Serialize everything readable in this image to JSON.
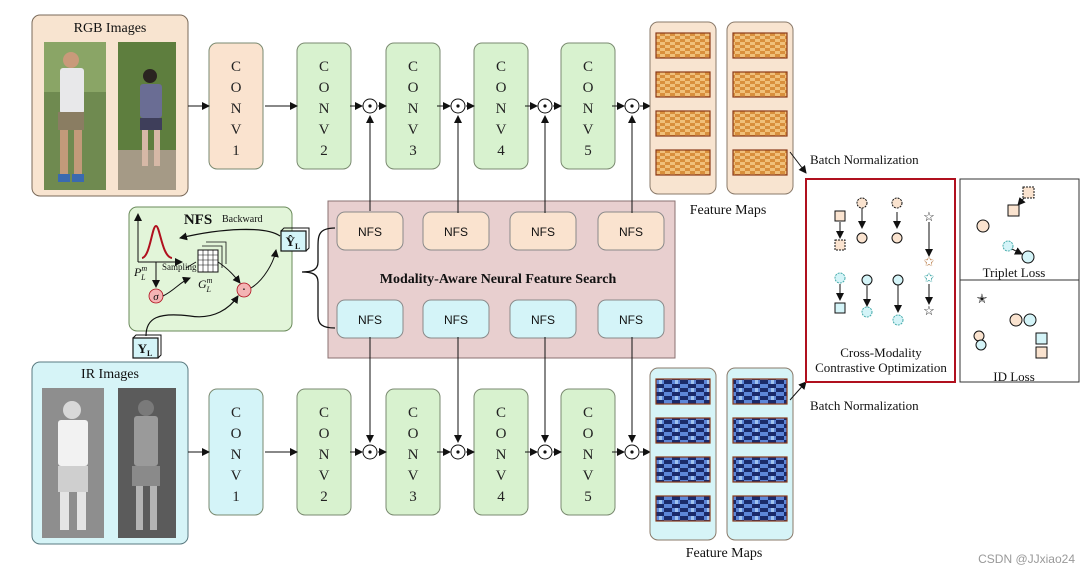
{
  "rgb_panel": {
    "title": "RGB Images"
  },
  "ir_panel": {
    "title": "IR Images"
  },
  "conv_blocks": [
    "CONV1",
    "CONV2",
    "CONV3",
    "CONV4",
    "CONV5"
  ],
  "nfs_module": {
    "title": "Modality-Aware Neural Feature Search",
    "block_label": "NFS",
    "rgb_block_count": 4,
    "ir_block_count": 4
  },
  "nfs_inset": {
    "title": "NFS",
    "backward_label": "Backward",
    "sampling_label": "Sampling",
    "prob_symbol": "P",
    "prob_sup": "m",
    "prob_sub": "L",
    "gumbel_symbol": "G",
    "gumbel_sup": "m",
    "gumbel_sub": "L",
    "sigma_symbol": "σ",
    "dot_symbol": "·"
  },
  "label_tags": {
    "hat": {
      "symbol": "Ŷ",
      "sub": "L"
    },
    "plain": {
      "symbol": "Y",
      "sub": "L"
    }
  },
  "feature_maps": {
    "top_label": "Feature Maps",
    "bottom_label": "Feature Maps",
    "columns": 2,
    "maps_per_column": 4
  },
  "batch_norm": {
    "top": "Batch Normalization",
    "bottom": "Batch Normalization"
  },
  "contrastive": {
    "line1": "Cross-Modality",
    "line2": "Contrastive Optimization"
  },
  "losses": {
    "triplet": "Triplet Loss",
    "id": "ID Loss"
  },
  "watermark": "CSDN @JJxiao24",
  "colors": {
    "rgb_fill": "#f8e4d0",
    "ir_fill": "#d6f4f7",
    "conv_rgb": "#fae3cf",
    "conv_green": "#d8f2cf",
    "conv_ir": "#d4f4f8",
    "nfs_module_bg": "#e8cfcf",
    "inset_bg": "#e2f5d9",
    "title_red": "#b0101e",
    "contrastive_border": "#b0101e"
  }
}
